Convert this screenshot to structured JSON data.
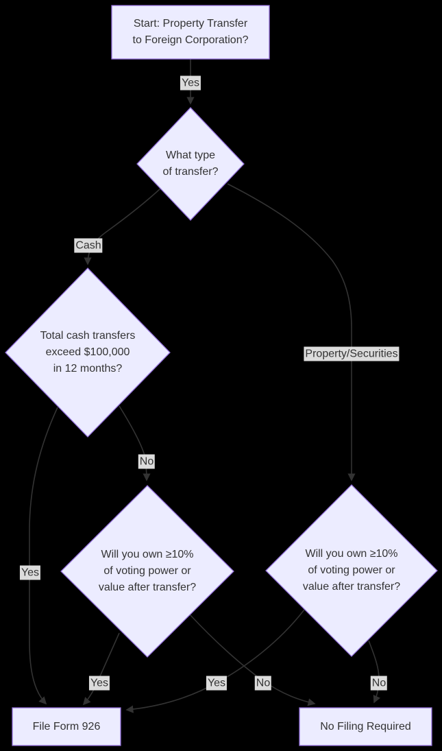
{
  "diagram": {
    "type": "flowchart",
    "background_color": "#000000",
    "node_fill_color": "#ECECFF",
    "node_border_color": "#9370DB",
    "edge_color": "#333333",
    "edge_label_background": "#e8e8e8",
    "text_color": "#333333"
  },
  "nodes": {
    "start": {
      "shape": "rect",
      "label": "Start: Property Transfer to Foreign Corporation?",
      "lines": [
        "Start: Property Transfer",
        "to Foreign Corporation?"
      ]
    },
    "transfer_type": {
      "shape": "diamond",
      "label": "What type of transfer?",
      "lines": [
        "What type",
        "of transfer?"
      ]
    },
    "cash_threshold": {
      "shape": "diamond",
      "label": "Total cash transfers exceed $100,000 in 12 months?",
      "lines": [
        "Total cash transfers",
        "exceed $100,000",
        "in 12 months?"
      ]
    },
    "ownership_cash": {
      "shape": "diamond",
      "label": "Will you own ≥10% of voting power or value after transfer?",
      "lines": [
        "Will you own ≥10%",
        "of voting power or",
        "value after transfer?"
      ]
    },
    "ownership_property": {
      "shape": "diamond",
      "label": "Will you own ≥10% of voting power or value after transfer?",
      "lines": [
        "Will you own ≥10%",
        "of voting power or",
        "value after transfer?"
      ]
    },
    "file_form_926": {
      "shape": "rect",
      "label": "File Form 926",
      "lines": [
        "File Form 926"
      ]
    },
    "no_filing": {
      "shape": "rect",
      "label": "No Filing Required",
      "lines": [
        "No Filing Required"
      ]
    }
  },
  "edge_labels": {
    "start_yes": "Yes",
    "type_cash": "Cash",
    "type_property": "Property/Securities",
    "cash_no": "No",
    "cash_yes": "Yes",
    "ownership_cash_yes": "Yes",
    "ownership_cash_no": "No",
    "ownership_property_yes": "Yes",
    "ownership_property_no": "No"
  }
}
